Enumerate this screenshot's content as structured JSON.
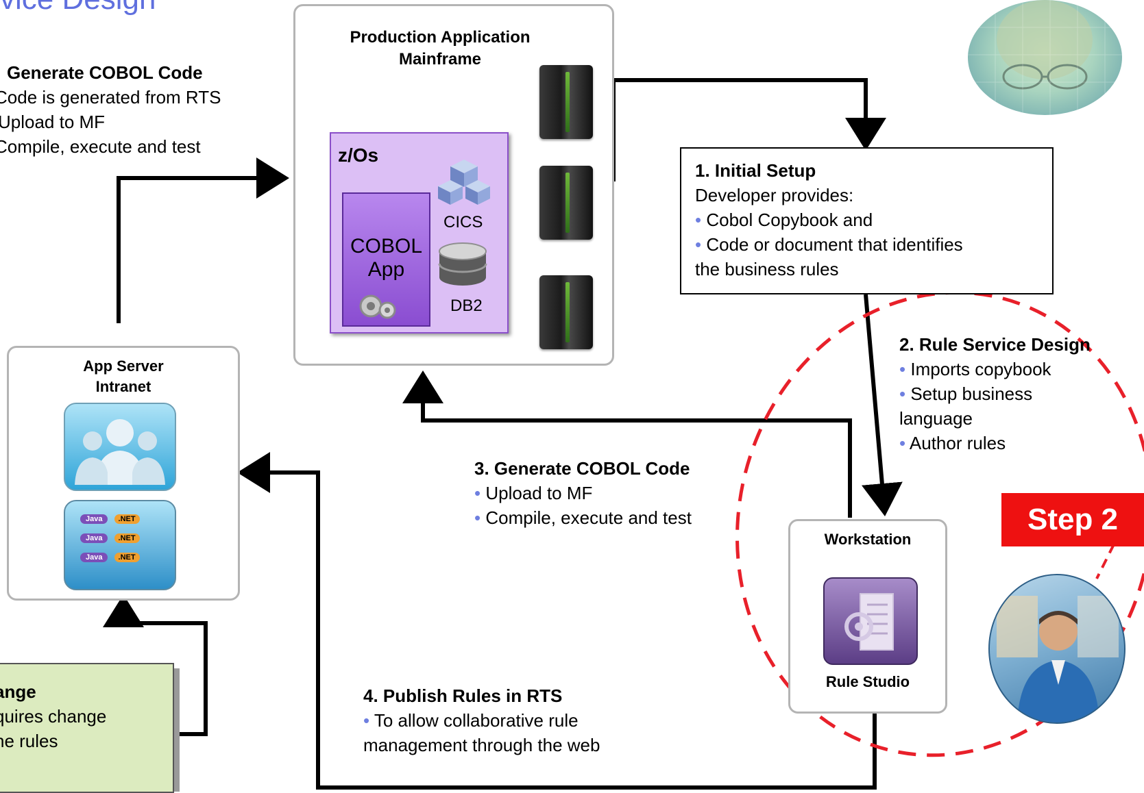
{
  "title_fragment": "vice Design",
  "top_left": {
    "heading": "Generate COBOL Code",
    "lines": [
      "Code is generated from RTS",
      "Upload to MF",
      "Compile, execute and test"
    ]
  },
  "mainframe": {
    "title_line1": "Production Application",
    "title_line2": "Mainframe",
    "zos": "z/Os",
    "cobol_line1": "COBOL",
    "cobol_line2": "App",
    "cics": "CICS",
    "db2": "DB2"
  },
  "initial_setup": {
    "heading": "1. Initial Setup",
    "intro": "Developer provides:",
    "item1": "Cobol Copybook and",
    "item2": "Code or document that identifies",
    "item2b": "the business rules"
  },
  "rule_service": {
    "heading": "2. Rule Service Design",
    "item1": "Imports copybook",
    "item2": "Setup business",
    "item2b": "language",
    "item3": "Author rules"
  },
  "step_badge": "Step 2",
  "app_server": {
    "line1": "App Server",
    "line2": "Intranet",
    "java": "Java",
    "net": ".NET"
  },
  "generate": {
    "heading": "3. Generate COBOL Code",
    "item1": "Upload to MF",
    "item2": "Compile, execute and test"
  },
  "publish": {
    "heading": "4. Publish Rules in RTS",
    "item1": "To allow collaborative rule",
    "item1b": "management through the web"
  },
  "workstation": {
    "title": "Workstation",
    "caption": "Rule Studio"
  },
  "change_note": {
    "heading": "ange",
    "line1": "quires change",
    "line2": "he rules"
  },
  "bullet_char": "•",
  "colors": {
    "accent_purple": "#a070e0",
    "dashed_red": "#e8202a",
    "badge_red": "#ee1111",
    "note_green": "#dcebbf",
    "bullet_blue": "#6e7fe0"
  }
}
